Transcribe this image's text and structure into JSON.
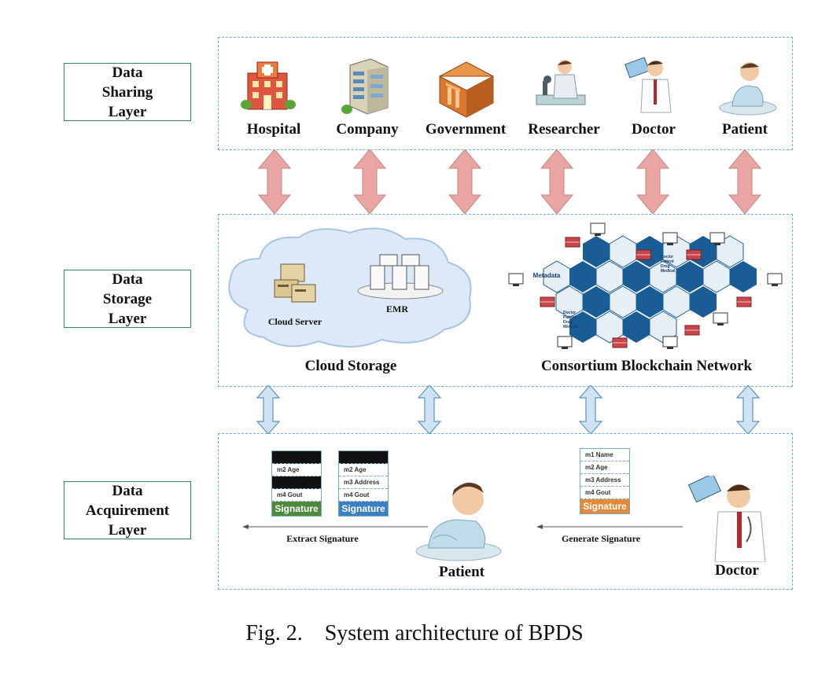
{
  "layers": {
    "sharing": "Data Sharing Layer",
    "storage": "Data Storage Layer",
    "acquirement": "Data Acquirement Layer"
  },
  "actors": [
    "Hospital",
    "Company",
    "Government",
    "Researcher",
    "Doctor",
    "Patient"
  ],
  "storage": {
    "cloud_server": "Cloud Server",
    "emr": "EMR",
    "cloud_title": "Cloud Storage",
    "blockchain_title": "Consortium Blockchain Network",
    "metadata": "Metadata",
    "record_lines": [
      "Doctor",
      "Patient",
      "Drug",
      "Medical"
    ]
  },
  "acquirement": {
    "doc_left_1": {
      "rows": [
        "",
        "m2 Age",
        "",
        "m4 Gout"
      ],
      "signature": "Signature",
      "sig_color": "#4f8a3c"
    },
    "doc_left_2": {
      "rows": [
        "",
        "m2 Age",
        "m3 Address",
        "m4 Gout"
      ],
      "signature": "Signature",
      "sig_color": "#3b7fc4"
    },
    "doc_right": {
      "rows": [
        "m1 Name",
        "m2 Age",
        "m3 Address",
        "m4 Gout"
      ],
      "signature": "Signature",
      "sig_color": "#e3893a"
    },
    "extract": "Extract Signature",
    "generate": "Generate Signature",
    "patient": "Patient",
    "doctor": "Doctor"
  },
  "caption": {
    "fig": "Fig. 2.",
    "text": "System architecture of BPDS"
  },
  "colors": {
    "layer_border": "#2e8b57",
    "dash": "#6aaed6",
    "pink_arrow": "#e8a5a1",
    "blue_arrow": "#cfe3f3"
  }
}
